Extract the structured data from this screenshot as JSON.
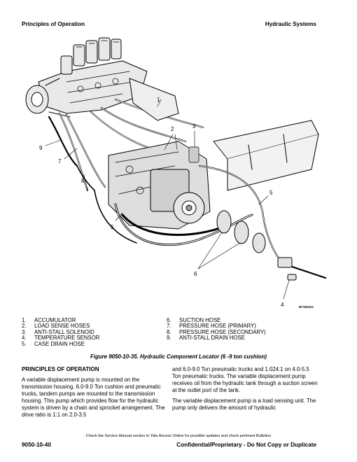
{
  "header": {
    "left": "Principles of Operation",
    "right": "Hydraulic Systems"
  },
  "figure": {
    "id": "BT150101",
    "callouts": [
      "1",
      "2",
      "3",
      "4",
      "5",
      "5",
      "6",
      "7",
      "8",
      "9"
    ],
    "caption": "Figure 9050-10-35. Hydraulic Component Locator (6 -9 ton cushion)"
  },
  "legend": {
    "left": [
      {
        "num": "1.",
        "label": "ACCUMULATOR"
      },
      {
        "num": "2.",
        "label": "LOAD SENSE HOSES"
      },
      {
        "num": "3.",
        "label": "ANTI-STALL SOLENOID"
      },
      {
        "num": "4.",
        "label": "TEMPERATURE SENSOR"
      },
      {
        "num": "5.",
        "label": "CASE DRAIN HOSE"
      }
    ],
    "right": [
      {
        "num": "6.",
        "label": "SUCTION HOSE"
      },
      {
        "num": "7.",
        "label": "PRESSURE HOSE (PRIMARY)"
      },
      {
        "num": "8.",
        "label": "PRESSURE HOSE (SECONDARY)"
      },
      {
        "num": "9.",
        "label": "ANTI-STALL DRAIN HOSE"
      }
    ]
  },
  "body": {
    "section_title": "PRINCIPLES OF OPERATION",
    "left_para": "A variable displacement pump is mounted on the transmission housing. 6.0-9.0 Ton cushion and pneumatic trucks, tandem pumps are mounted to the transmission housing. This pump which provides flow for the hydraulic system is driven by a chain and sprocket arrangement. The drive ratio is 1:1 on 2.0-3.5",
    "right_para1": "and 6.0-9.0 Ton pneumatic trucks and 1.024:1 on 4.0-5.5 Ton pneumatic trucks. The variable displacement pump receives oil from the hydraulic tank through a suction screen at the outlet port of the tank.",
    "right_para2": "The variable displacement pump is a load sensing unit. The pump only delivers the amount of hydraulic"
  },
  "footer": {
    "note": "Check the Service Manual section in Yale Axcess Online for possible updates and check pertinent Bulletins",
    "page": "9050-10-40",
    "notice": "Confidential/Proprietary - Do Not Copy or Duplicate"
  }
}
